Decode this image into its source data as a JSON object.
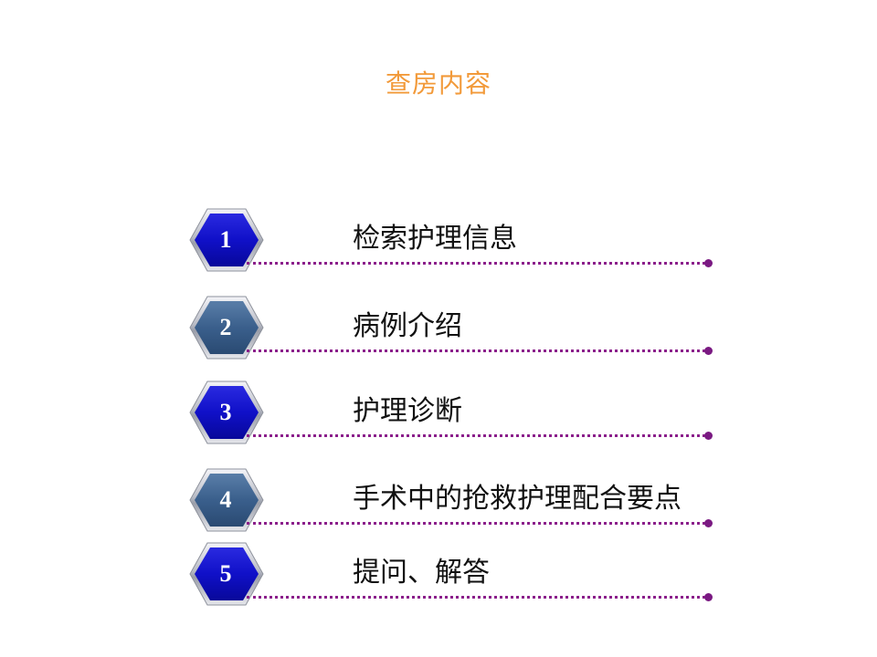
{
  "slide": {
    "title": "查房内容"
  },
  "colors": {
    "title": "#f29a3a",
    "hex_blue": "#1010c8",
    "hex_steel": "#3a5f8c",
    "dotted_line": "#8b1f8b"
  },
  "items": [
    {
      "number": "1",
      "label": "检索护理信息",
      "style": "blue"
    },
    {
      "number": "2",
      "label": "病例介绍",
      "style": "steel"
    },
    {
      "number": "3",
      "label": "护理诊断",
      "style": "blue"
    },
    {
      "number": "4",
      "label": "手术中的抢救护理配合要点",
      "style": "steel"
    },
    {
      "number": "5",
      "label": "提问、解答",
      "style": "blue"
    }
  ]
}
